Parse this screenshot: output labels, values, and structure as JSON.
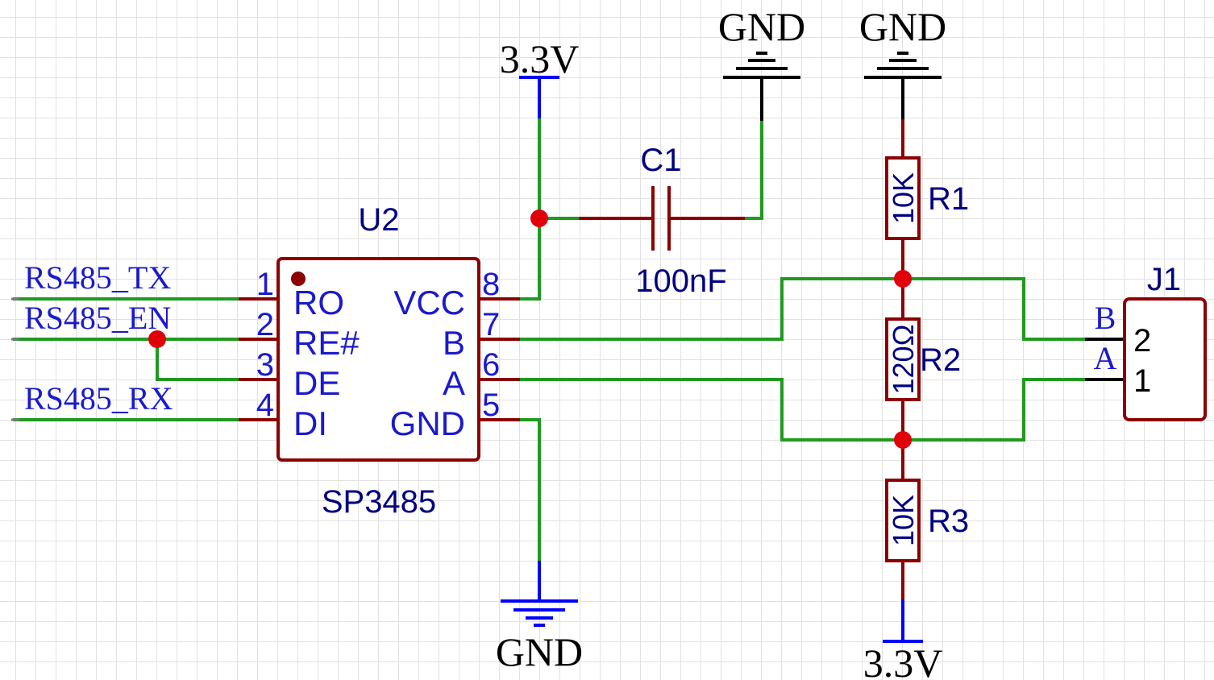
{
  "colors": {
    "wire": "#1f9a1f",
    "pin": "#8b0000",
    "body": "#8b0000",
    "junction": "#e0000a",
    "label_blue": "#1a1acd",
    "label_navy": "#000080",
    "power_blue": "#0000ff",
    "text_black": "#000000"
  },
  "ic": {
    "designator": "U2",
    "part": "SP3485",
    "left_pins": [
      {
        "number": "1",
        "name": "RO"
      },
      {
        "number": "2",
        "name": "RE#"
      },
      {
        "number": "3",
        "name": "DE"
      },
      {
        "number": "4",
        "name": "DI"
      }
    ],
    "right_pins": [
      {
        "number": "8",
        "name": "VCC"
      },
      {
        "number": "7",
        "name": "B"
      },
      {
        "number": "6",
        "name": "A"
      },
      {
        "number": "5",
        "name": "GND"
      }
    ]
  },
  "nets": {
    "tx": "RS485_TX",
    "en": "RS485_EN",
    "rx": "RS485_RX"
  },
  "power": {
    "vcc_top": "3.3V",
    "vcc_bottom": "3.3V",
    "gnd_cap": "GND",
    "gnd_r1": "GND",
    "gnd_ic": "GND"
  },
  "capacitor": {
    "designator": "C1",
    "value": "100nF"
  },
  "resistors": [
    {
      "designator": "R1",
      "value": "10K"
    },
    {
      "designator": "R2",
      "value": "120Ω"
    },
    {
      "designator": "R3",
      "value": "10K"
    }
  ],
  "connector": {
    "designator": "J1",
    "pins": [
      {
        "number": "2",
        "name": "B"
      },
      {
        "number": "1",
        "name": "A"
      }
    ]
  }
}
